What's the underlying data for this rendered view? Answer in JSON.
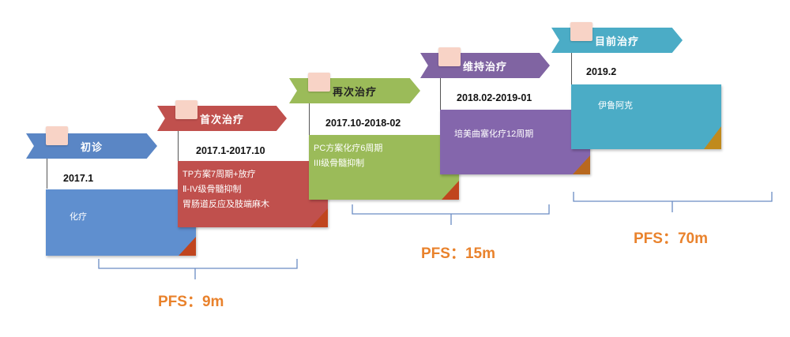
{
  "stages": [
    {
      "label": "初诊",
      "date": "2017.1",
      "lines": [
        "化疗"
      ],
      "colors": {
        "arrow": "#5a86c5",
        "box": "#5f8fcf",
        "fold": "#c0451e"
      }
    },
    {
      "label": "首次治疗",
      "date": "2017.1-2017.10",
      "lines": [
        "TP方案7周期+放疗",
        "Ⅱ-IV级骨髓抑制",
        "胃肠道反应及肢端麻木"
      ],
      "colors": {
        "arrow": "#c0504d",
        "box": "#c0504d",
        "fold": "#c0451e"
      }
    },
    {
      "label": "再次治疗",
      "date": "2017.10-2018-02",
      "lines": [
        "PC方案化疗6周期",
        "III级骨髓抑制"
      ],
      "colors": {
        "arrow": "#9bbb59",
        "box": "#9bbb59",
        "fold": "#c0451e"
      }
    },
    {
      "label": "维持治疗",
      "date": "2018.02-2019-01",
      "lines": [
        "培美曲塞化疗12周期"
      ],
      "colors": {
        "arrow": "#8064a2",
        "box": "#8466ac",
        "fold": "#b8681e"
      }
    },
    {
      "label": "目前治疗",
      "date": "2019.2",
      "lines": [
        "伊鲁阿克"
      ],
      "colors": {
        "arrow": "#4bacc6",
        "box": "#4bacc6",
        "fold": "#c08a1c"
      }
    }
  ],
  "pfs": [
    {
      "text": "PFS：9m"
    },
    {
      "text": "PFS：15m"
    },
    {
      "text": "PFS：70m"
    }
  ]
}
